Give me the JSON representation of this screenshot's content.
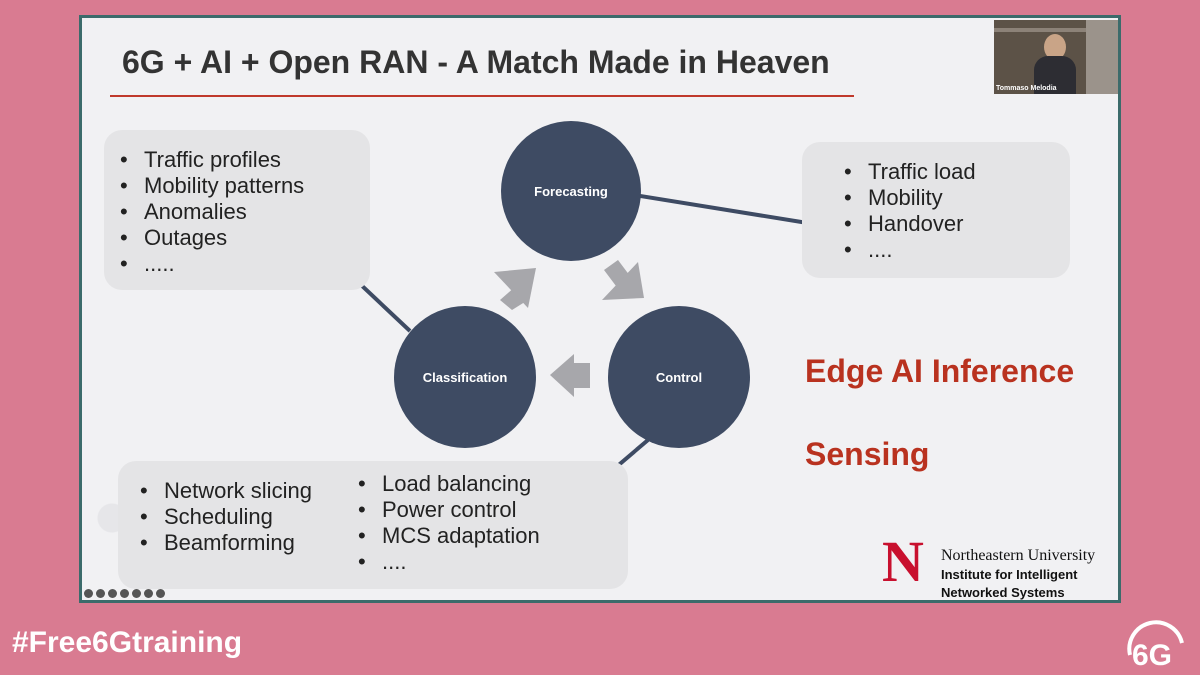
{
  "slide": {
    "title": "6G + AI + Open RAN - A Match Made in Heaven",
    "top_left_box": [
      "Traffic profiles",
      "Mobility patterns",
      "Anomalies",
      "Outages",
      "....."
    ],
    "top_right_box": [
      "Traffic load",
      "Mobility",
      "Handover",
      "...."
    ],
    "bottom_box_col1": [
      "Network slicing",
      "Scheduling",
      "Beamforming"
    ],
    "bottom_box_col2": [
      "Load balancing",
      "Power control",
      "MCS adaptation",
      "...."
    ],
    "circles": {
      "forecasting": "Forecasting",
      "control": "Control",
      "classification": "Classification"
    },
    "edge_ai": "Edge AI Inference",
    "sensing": "Sensing",
    "university": {
      "line1": "Northeastern University",
      "line2": "Institute for Intelligent",
      "line3": "Networked Systems"
    }
  },
  "webcam": {
    "name": "Tommaso Melodia"
  },
  "footer": {
    "hashtag": "#Free6Gtraining",
    "logo_text": "6G"
  },
  "colors": {
    "background": "#d97b91",
    "circle": "#3e4b63",
    "accent_red": "#b9321f",
    "frame": "#3c6b6b"
  }
}
